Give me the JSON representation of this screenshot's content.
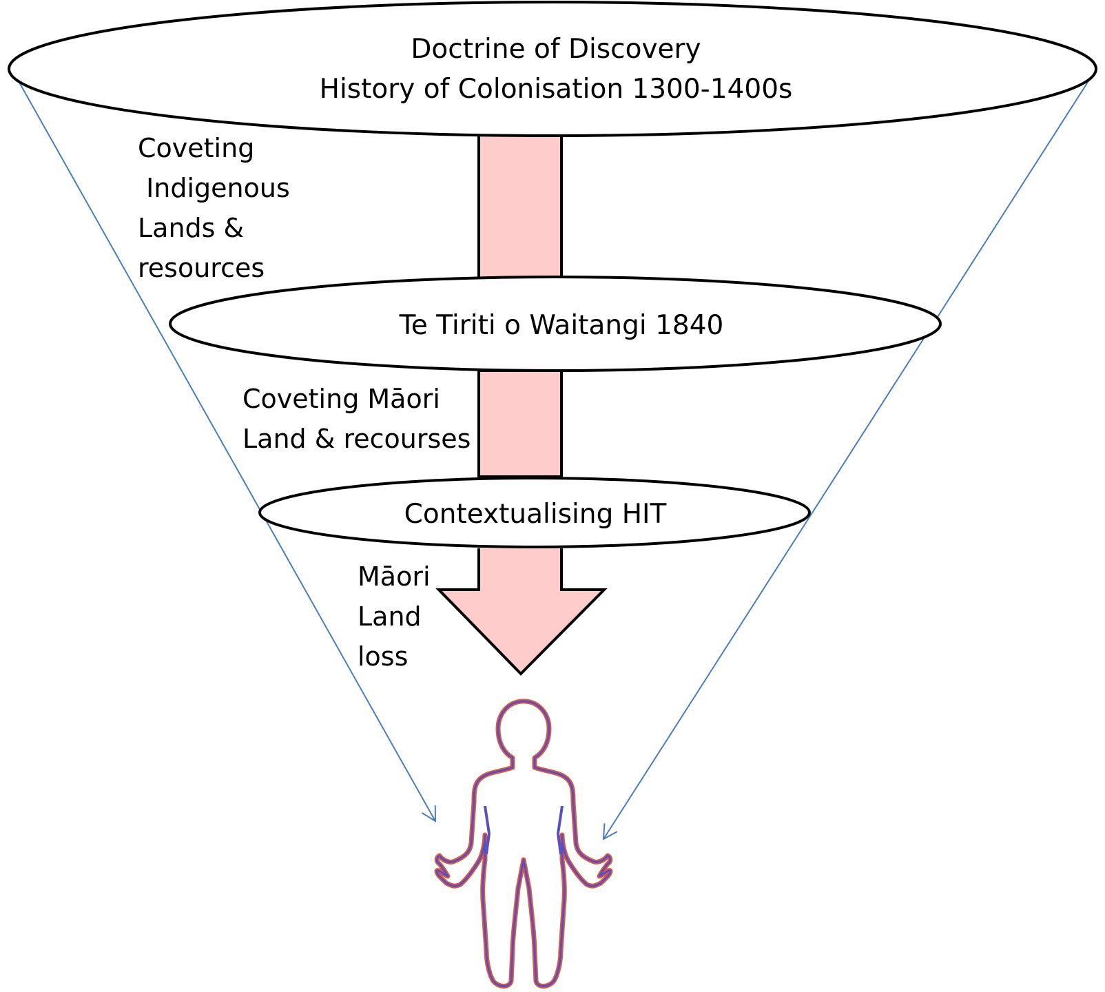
{
  "diagram": {
    "top_ellipse": {
      "line1": "Doctrine of Discovery",
      "line2": "History of Colonisation 1300-1400s"
    },
    "middle_ellipse": {
      "text": "Te Tiriti o Waitangi 1840"
    },
    "bottom_ellipse": {
      "text": "Contextualising HIT"
    },
    "label_1": {
      "lines": [
        "Coveting",
        " Indigenous",
        "Lands &",
        "resources"
      ]
    },
    "label_2": {
      "lines": [
        "Coveting Māori",
        "Land & recourses"
      ]
    },
    "label_3": {
      "lines": [
        "Māori",
        "Land",
        "loss"
      ]
    }
  },
  "colors": {
    "arrow_fill": "#ffcccc",
    "outline": "#000000",
    "funnel_line": "#4a7ebb",
    "figure_outline_outer": "#e05a3a",
    "figure_outline_inner": "#5a4fc0"
  }
}
